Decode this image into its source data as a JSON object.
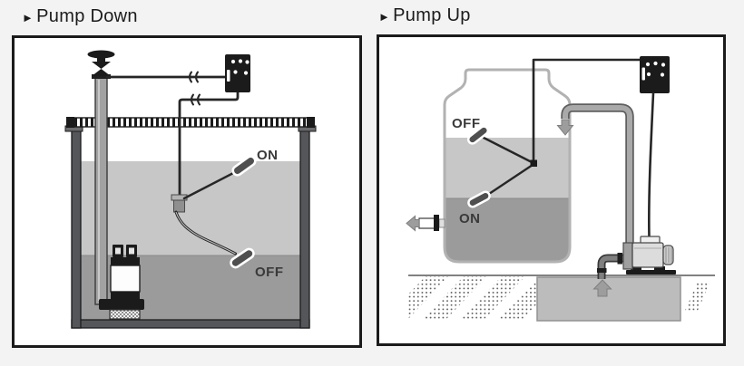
{
  "page": {
    "background": "#f3f3f3"
  },
  "colors": {
    "page_bg": "#f3f3f3",
    "ink": "#1b1b1b",
    "cable": "#262626",
    "tank_wall": "#55565a",
    "water_light": "#c7c7c7",
    "water_dark": "#9b9b9b",
    "pipe_gray": "#a2a2a2",
    "pipe_dark": "#5f5f5f",
    "tank_outline": "#b2b2b2",
    "reservoir": "#bcbcbc",
    "float_fill": "#4f4f4f",
    "arrow_gray": "#9d9d9d",
    "label": "#3a3a3a"
  },
  "panels": [
    {
      "id": "pump-down",
      "bullet": "►",
      "title": "Pump Down",
      "labels": {
        "upper_float": "ON",
        "lower_float": "OFF"
      }
    },
    {
      "id": "pump-up",
      "bullet": "►",
      "title": "Pump Up",
      "labels": {
        "upper_float": "OFF",
        "lower_float": "ON"
      }
    }
  ]
}
